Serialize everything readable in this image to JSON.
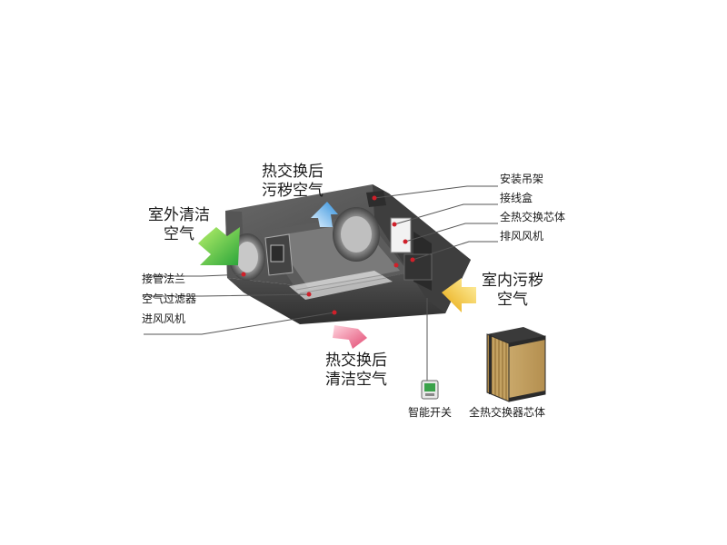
{
  "labels": {
    "outdoor_clean_air": [
      "室外清洁",
      "空气"
    ],
    "exhaust_after_exchange": [
      "热交换后",
      "污秽空气"
    ],
    "indoor_dirty_air": [
      "室内污秽",
      "空气"
    ],
    "supply_after_exchange": [
      "热交换后",
      "清洁空气"
    ],
    "right_callouts": [
      "安装吊架",
      "接线盒",
      "全热交换芯体",
      "排风风机"
    ],
    "left_callouts": [
      "接管法兰",
      "空气过滤器",
      "进风风机"
    ],
    "smart_switch": "智能开关",
    "core_unit": "全热交换器芯体"
  },
  "colors": {
    "arrow_green": "#3fbf4a",
    "arrow_blue": "#4aa8e8",
    "arrow_yellow": "#f2c21a",
    "arrow_pink": "#ee6f8a",
    "leader_line": "#555555",
    "callout_dot": "#d0202a",
    "unit_body": "#4a4a4a"
  },
  "icons": [
    "green-arrow-icon",
    "blue-arrow-icon",
    "yellow-arrow-icon",
    "pink-arrow-icon",
    "smart-switch-icon",
    "exchanger-core-icon"
  ]
}
